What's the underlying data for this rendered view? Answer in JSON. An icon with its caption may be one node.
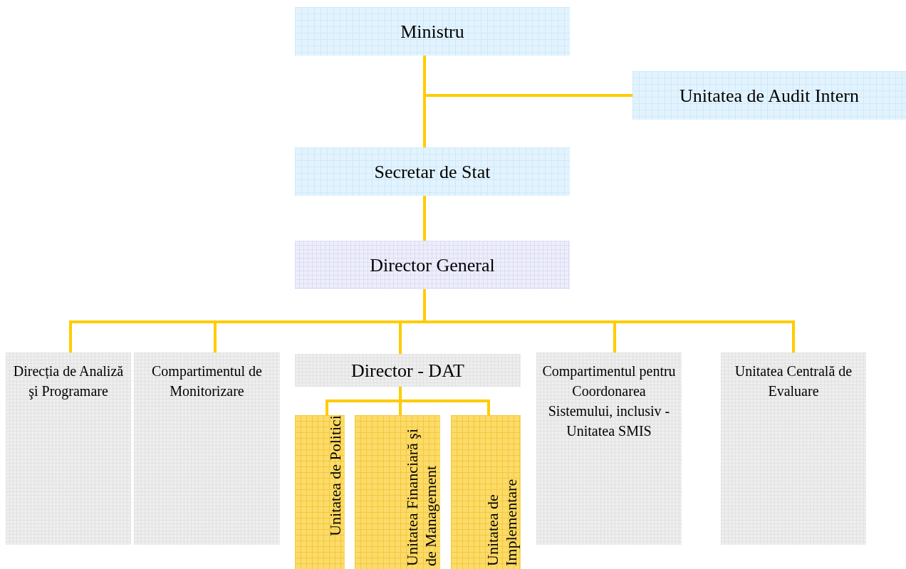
{
  "diagram": {
    "nodes": [
      {
        "text": [
          "Ministru"
        ]
      },
      {
        "text": [
          "Unitatea de Audit Intern"
        ]
      },
      {
        "text": [
          "Secretar de Stat"
        ]
      },
      {
        "text": [
          "Director General"
        ]
      },
      {
        "text": [
          "Direcția de Analiză şi Programare"
        ]
      },
      {
        "text": [
          "Compartimentul de Monitorizare"
        ]
      },
      {
        "text": [
          "Director - DAT"
        ]
      },
      {
        "text": [
          "Unitatea de Politici"
        ]
      },
      {
        "text": [
          "Unitatea Financiară şi de Management"
        ]
      },
      {
        "text": [
          "Unitatea de Implementare"
        ]
      },
      {
        "text": [
          "Compartimentul pentru Coordonarea Sistemului, inclusiv -Unitatea SMIS"
        ]
      },
      {
        "text": [
          "Unitatea Centrală de Evaluare"
        ]
      }
    ],
    "edges": [
      {
        "from": 0,
        "to": 2,
        "arrow": "none"
      },
      {
        "from": 0,
        "to": 1,
        "arrow": "none"
      },
      {
        "from": 2,
        "to": 3,
        "arrow": "none"
      },
      {
        "from": 3,
        "to": 4,
        "arrow": "none"
      },
      {
        "from": 3,
        "to": 5,
        "arrow": "none"
      },
      {
        "from": 3,
        "to": 6,
        "arrow": "none"
      },
      {
        "from": 3,
        "to": 10,
        "arrow": "none"
      },
      {
        "from": 3,
        "to": 11,
        "arrow": "none"
      },
      {
        "from": 6,
        "to": 7,
        "arrow": "none"
      },
      {
        "from": 6,
        "to": 8,
        "arrow": "none"
      },
      {
        "from": 6,
        "to": 9,
        "arrow": "none"
      }
    ]
  }
}
